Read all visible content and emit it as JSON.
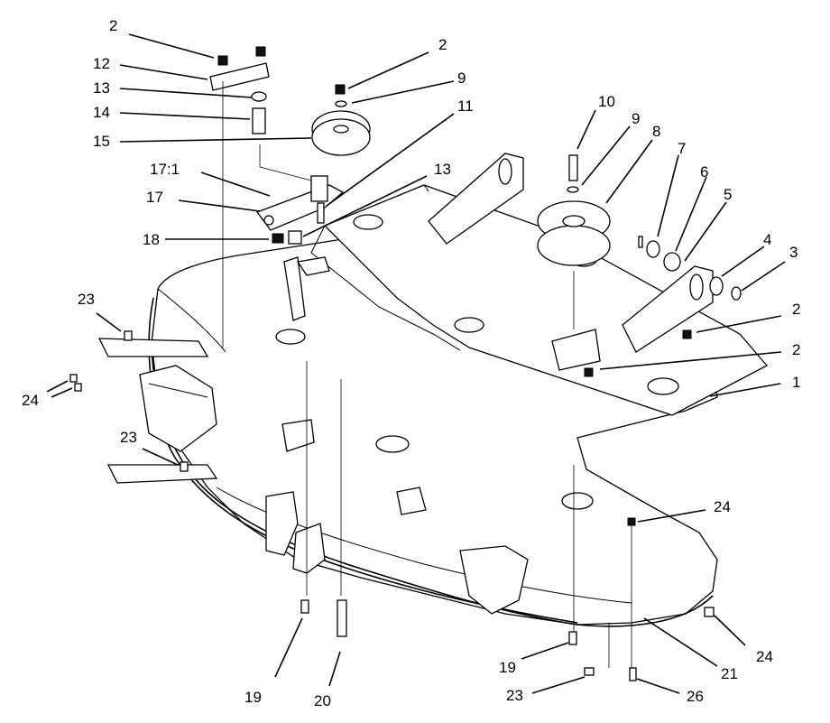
{
  "callouts": [
    {
      "id": "c2a",
      "text": "2"
    },
    {
      "id": "c12",
      "text": "12"
    },
    {
      "id": "c13a",
      "text": "13"
    },
    {
      "id": "c14",
      "text": "14"
    },
    {
      "id": "c15",
      "text": "15"
    },
    {
      "id": "c2b",
      "text": "2"
    },
    {
      "id": "c9a",
      "text": "9"
    },
    {
      "id": "c11",
      "text": "11"
    },
    {
      "id": "c171",
      "text": "17:1"
    },
    {
      "id": "c17",
      "text": "17"
    },
    {
      "id": "c18",
      "text": "18"
    },
    {
      "id": "c13b",
      "text": "13"
    },
    {
      "id": "c10",
      "text": "10"
    },
    {
      "id": "c9b",
      "text": "9"
    },
    {
      "id": "c8",
      "text": "8"
    },
    {
      "id": "c7",
      "text": "7"
    },
    {
      "id": "c6",
      "text": "6"
    },
    {
      "id": "c5",
      "text": "5"
    },
    {
      "id": "c4",
      "text": "4"
    },
    {
      "id": "c3",
      "text": "3"
    },
    {
      "id": "c2c",
      "text": "2"
    },
    {
      "id": "c2d",
      "text": "2"
    },
    {
      "id": "c1",
      "text": "1"
    },
    {
      "id": "c23a",
      "text": "23"
    },
    {
      "id": "c24a",
      "text": "24"
    },
    {
      "id": "c23b",
      "text": "23"
    },
    {
      "id": "c24b",
      "text": "24"
    },
    {
      "id": "c24c",
      "text": "24"
    },
    {
      "id": "c19a",
      "text": "19"
    },
    {
      "id": "c20",
      "text": "20"
    },
    {
      "id": "c19b",
      "text": "19"
    },
    {
      "id": "c23c",
      "text": "23"
    },
    {
      "id": "c21",
      "text": "21"
    },
    {
      "id": "c26",
      "text": "26"
    }
  ]
}
